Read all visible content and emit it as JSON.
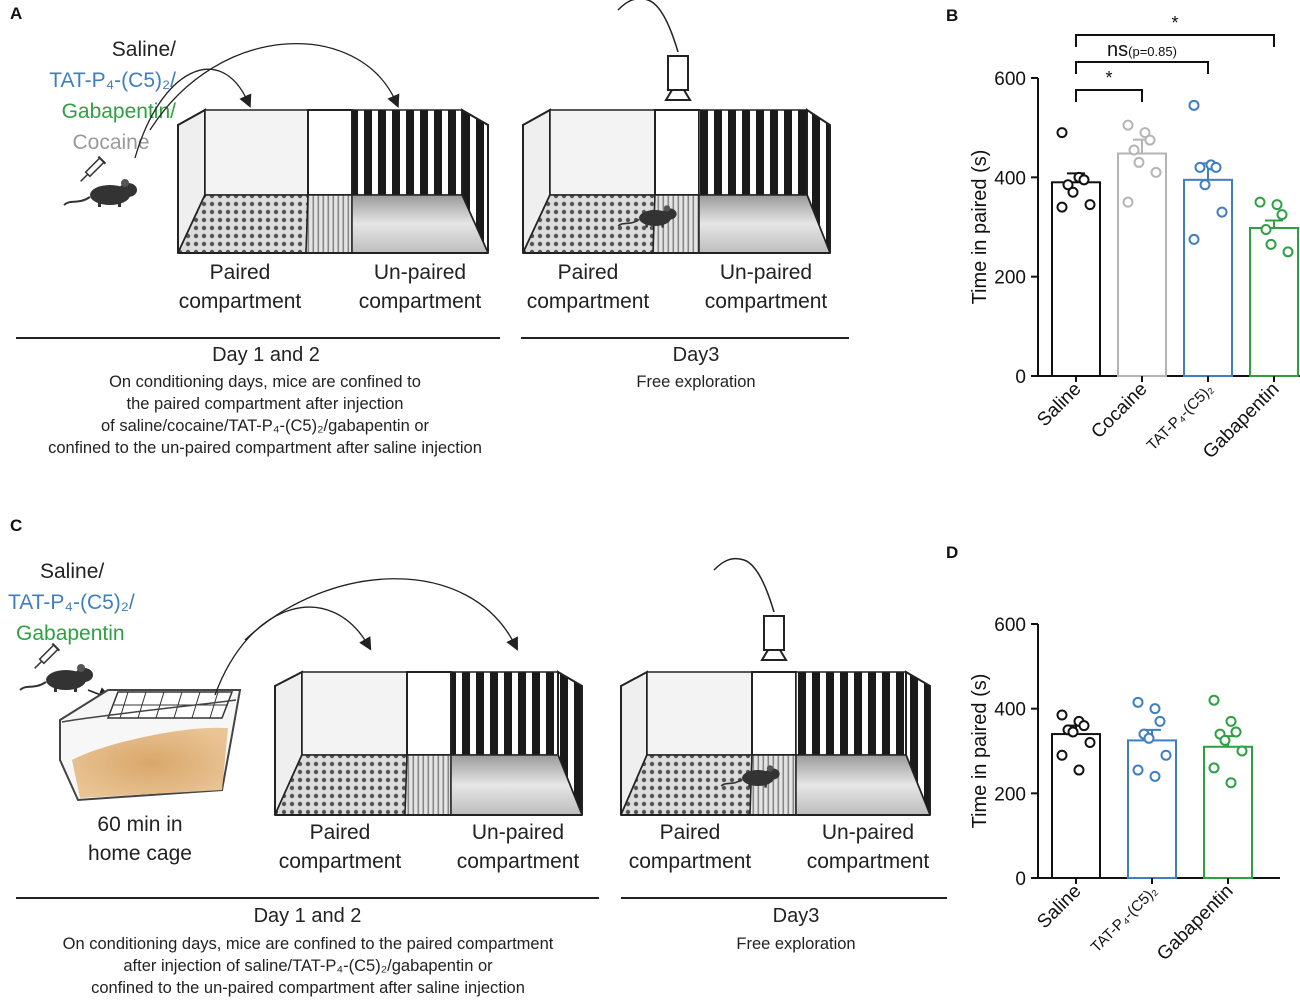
{
  "panel_labels": {
    "a": "A",
    "b": "B",
    "c": "C",
    "d": "D"
  },
  "colors": {
    "saline": "#111111",
    "cocaine": "#b5b5b5",
    "tat": "#3f7ebf",
    "gabapentin": "#2ea043"
  },
  "panelA": {
    "drugs": [
      {
        "text": "Saline/",
        "color": "#222222"
      },
      {
        "text": "TAT-P₄-(C5)₂/",
        "color": "#3f7ebf"
      },
      {
        "text": "Gabapentin/",
        "color": "#2ea043"
      },
      {
        "text": "Cocaine",
        "color": "#9a9a9a"
      }
    ],
    "icons": {
      "mouse": "mouse-icon",
      "syringe": "syringe-icon",
      "camera": "camera-icon"
    },
    "paired_label": "Paired compartment",
    "unpaired_label": "Un-paired compartment",
    "day12_title": "Day 1 and 2",
    "day12_desc": [
      "On conditioning days, mice are confined to",
      "the paired compartment after injection",
      "of saline/cocaine/TAT-P₄-(C5)₂/gabapentin or",
      "confined to the un-paired compartment after saline injection"
    ],
    "day3_title": "Day3",
    "day3_desc": "Free exploration"
  },
  "panelC": {
    "drugs": [
      {
        "text": "Saline/",
        "color": "#222222"
      },
      {
        "text": "TAT-P₄-(C5)₂/",
        "color": "#3f7ebf"
      },
      {
        "text": "Gabapentin",
        "color": "#2ea043"
      }
    ],
    "icons": {
      "mouse": "mouse-icon",
      "syringe": "syringe-icon",
      "home_cage": "home-cage-icon",
      "camera": "camera-icon"
    },
    "home_cage_label": "60 min in home cage",
    "paired_label": "Paired compartment",
    "unpaired_label": "Un-paired compartment",
    "day12_title": "Day 1 and 2",
    "day12_desc": [
      "On conditioning days, mice are confined to the paired compartment",
      "after injection of saline/TAT-P₄-(C5)₂/gabapentin or",
      "confined to the un-paired compartment after saline injection"
    ],
    "day3_title": "Day3",
    "day3_desc": "Free exploration"
  },
  "chart_data": [
    {
      "id": "B",
      "type": "bar",
      "ylabel": "Time in paired   (s)",
      "ylim": [
        0,
        600
      ],
      "yticks": [
        "0",
        "200",
        "400",
        "600"
      ],
      "categories": [
        "Saline",
        "Cocaine",
        "TAT-P₄-(C5)₂",
        "Gabapentin"
      ],
      "values": [
        390,
        448,
        395,
        298
      ],
      "errors": [
        18,
        28,
        33,
        15
      ],
      "points": [
        [
          490,
          400,
          395,
          385,
          370,
          345,
          340
        ],
        [
          505,
          490,
          475,
          455,
          430,
          410,
          350
        ],
        [
          545,
          425,
          420,
          420,
          385,
          330,
          275
        ],
        [
          350,
          345,
          325,
          295,
          265,
          250
        ]
      ],
      "significance": [
        {
          "label": "*",
          "from": "Saline",
          "to": "Cocaine"
        },
        {
          "label": "ns",
          "sub": "(p=0.85)",
          "from": "Saline",
          "to": "TAT-P₄-(C5)₂"
        },
        {
          "label": "*",
          "from": "Saline",
          "to": "Gabapentin"
        }
      ]
    },
    {
      "id": "D",
      "type": "bar",
      "ylabel": "Time in paired   (s)",
      "ylim": [
        0,
        600
      ],
      "yticks": [
        "0",
        "200",
        "400",
        "600"
      ],
      "categories": [
        "Saline",
        "TAT-P₄-(C5)₂",
        "Gabapentin"
      ],
      "values": [
        340,
        325,
        310
      ],
      "errors": [
        20,
        25,
        25
      ],
      "points": [
        [
          385,
          370,
          360,
          350,
          345,
          320,
          290,
          255
        ],
        [
          415,
          400,
          370,
          340,
          330,
          290,
          255,
          240
        ],
        [
          420,
          370,
          345,
          340,
          325,
          300,
          260,
          225
        ]
      ]
    }
  ]
}
